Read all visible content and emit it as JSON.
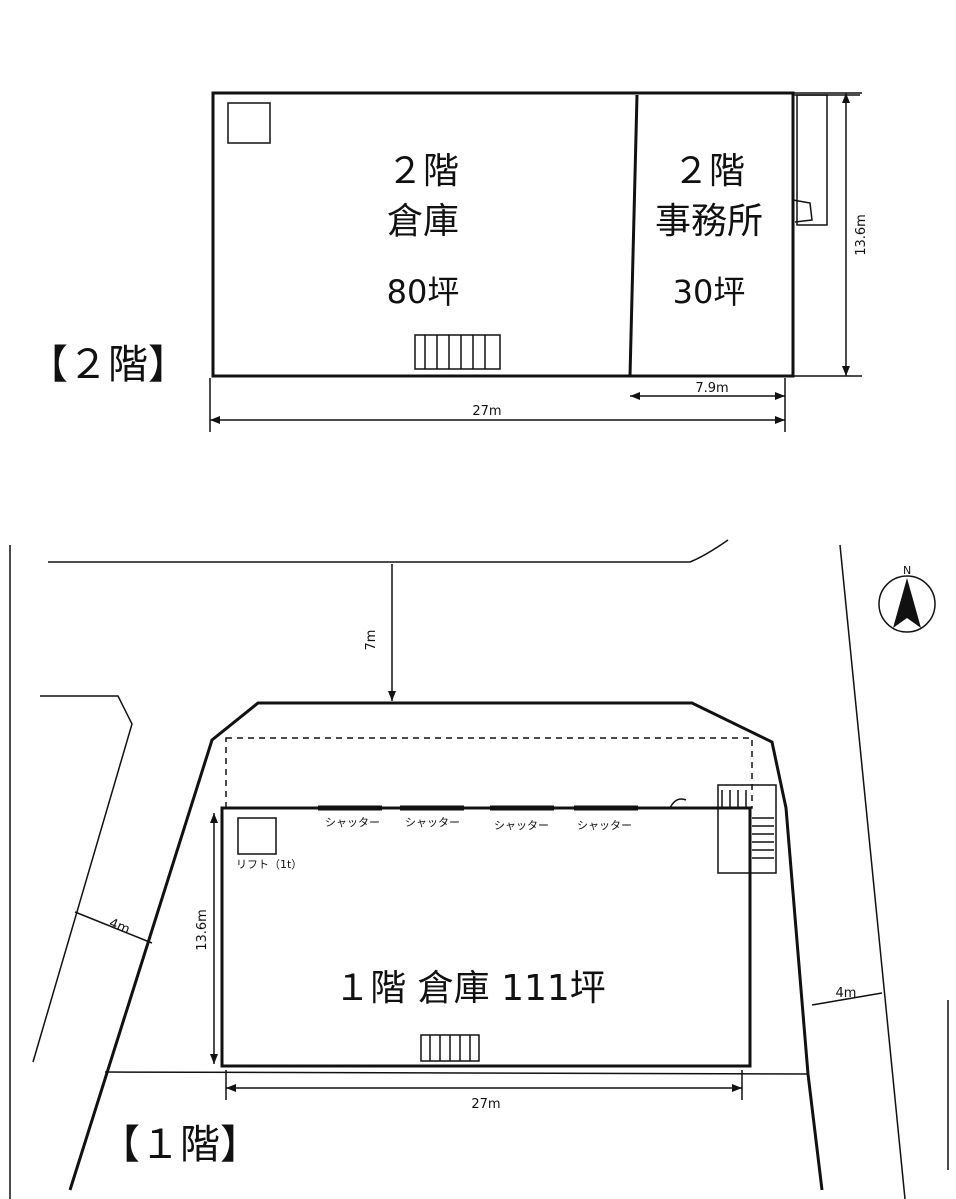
{
  "floor2": {
    "section_label": "【２階】",
    "warehouse": {
      "floor": "２階",
      "name": "倉庫",
      "area": "80坪"
    },
    "office": {
      "floor": "２階",
      "name": "事務所",
      "area": "30坪"
    },
    "dim_width": "27m",
    "dim_office_width": "7.9m",
    "dim_depth": "13.6m"
  },
  "floor1": {
    "section_label": "【１階】",
    "main_label": "１階  倉庫  111坪",
    "shutters": [
      "シャッター",
      "シャッター",
      "シャッター",
      "シャッター"
    ],
    "lift_label": "リフト（1t）",
    "dim_width": "27m",
    "dim_depth": "13.6m",
    "dim_road_front": "7m",
    "dim_road_left": "4m",
    "dim_road_right": "4m"
  },
  "compass": {
    "label": "N"
  }
}
